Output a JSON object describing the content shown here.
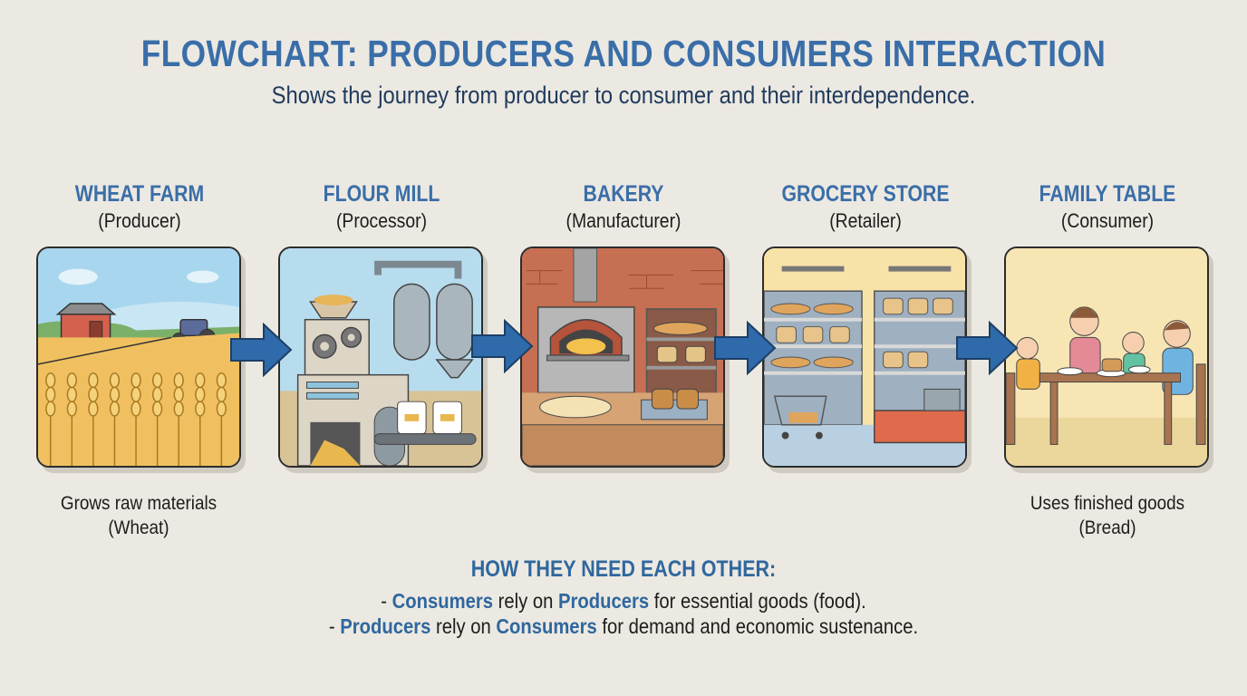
{
  "header": {
    "title": "FLOWCHART: PRODUCERS AND CONSUMERS INTERACTION",
    "subtitle": "Shows the journey from producer to consumer and their interdependence."
  },
  "colors": {
    "background": "#ece9e2",
    "accent_blue": "#3a6ea8",
    "arrow_blue": "#2f6aaa",
    "text_dark": "#1d1d1d"
  },
  "stages": [
    {
      "name": "WHEAT FARM",
      "role": "(Producer)",
      "illustration": "wheat-farm-scene",
      "caption_line1": "Grows raw materials",
      "caption_line2": "(Wheat)"
    },
    {
      "name": "FLOUR MILL",
      "role": "(Processor)",
      "illustration": "flour-mill-scene"
    },
    {
      "name": "BAKERY",
      "role": "(Manufacturer)",
      "illustration": "bakery-scene"
    },
    {
      "name": "GROCERY STORE",
      "role": "(Retailer)",
      "illustration": "grocery-store-scene"
    },
    {
      "name": "FAMILY TABLE",
      "role": "(Consumer)",
      "illustration": "family-table-scene",
      "caption_line1": "Uses finished goods",
      "caption_line2": "(Bread)"
    }
  ],
  "arrows": [
    "arrow-right-icon",
    "arrow-right-icon",
    "arrow-right-icon",
    "arrow-right-icon"
  ],
  "interdependence": {
    "title": "HOW THEY NEED EACH OTHER:",
    "line1": {
      "prefix": "- ",
      "term1": "Consumers",
      "mid": " rely on ",
      "term2": "Producers",
      "suffix": " for essential goods (food)."
    },
    "line2": {
      "prefix": "- ",
      "term1": "Producers",
      "mid": " rely on ",
      "term2": "Consumers",
      "suffix": " for demand and economic sustenance."
    }
  }
}
